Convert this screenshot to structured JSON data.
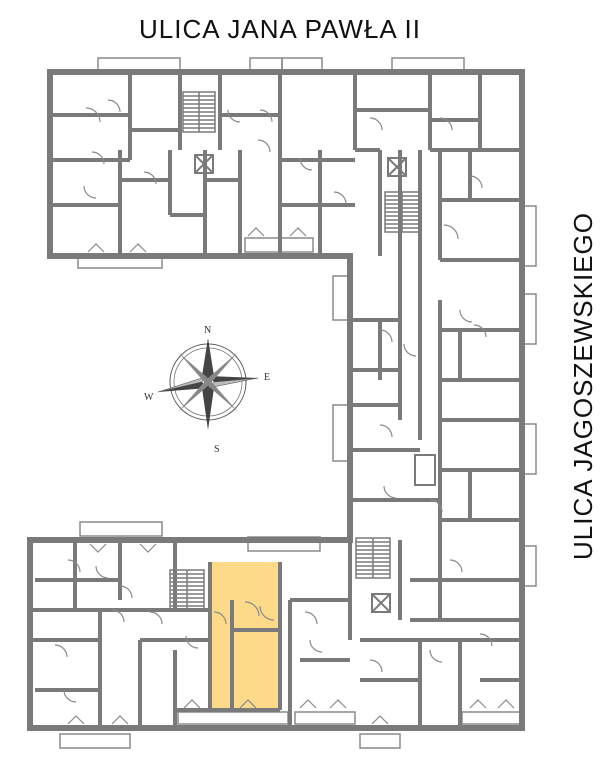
{
  "streets": {
    "top": "ULICA  JANA PAWŁA II",
    "right": "ULICA  JAGOSZEWSKIEGO"
  },
  "compass": {
    "n": "N",
    "e": "E",
    "s": "S",
    "w": "W"
  },
  "colors": {
    "wall": "#7a7a7a",
    "highlight": "#fdd98a",
    "background": "#ffffff"
  }
}
